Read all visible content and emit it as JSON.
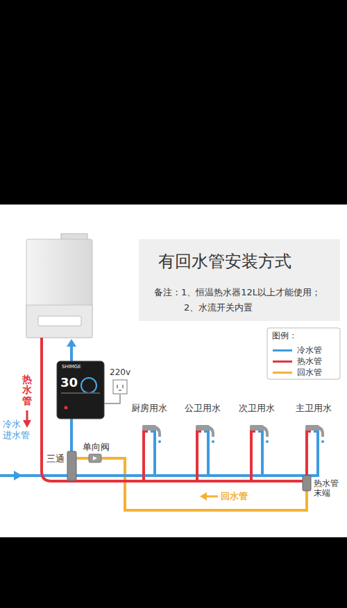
{
  "diagram": {
    "title": "有回水管安装方式",
    "nodes": [
      {
        "text": [
          "备注：1、恒温热水器12L以上才能使用；",
          "2、水流开关内置"
        ]
      }
    ],
    "labels": [
      "热水管",
      "冷水 进水管",
      "220v",
      "三通",
      "单向阀",
      "厨房用水",
      "公卫用水",
      "次卫用水",
      "主卫用水",
      "热水管 末端",
      "回水管",
      "SHIMGE",
      "30",
      "图例："
    ],
    "legend": [
      {
        "text": "冷水管",
        "color": "#3d9be0"
      },
      {
        "text": "热水管",
        "color": "#e5323b"
      },
      {
        "text": "回水管",
        "color": "#f3b234"
      }
    ]
  }
}
